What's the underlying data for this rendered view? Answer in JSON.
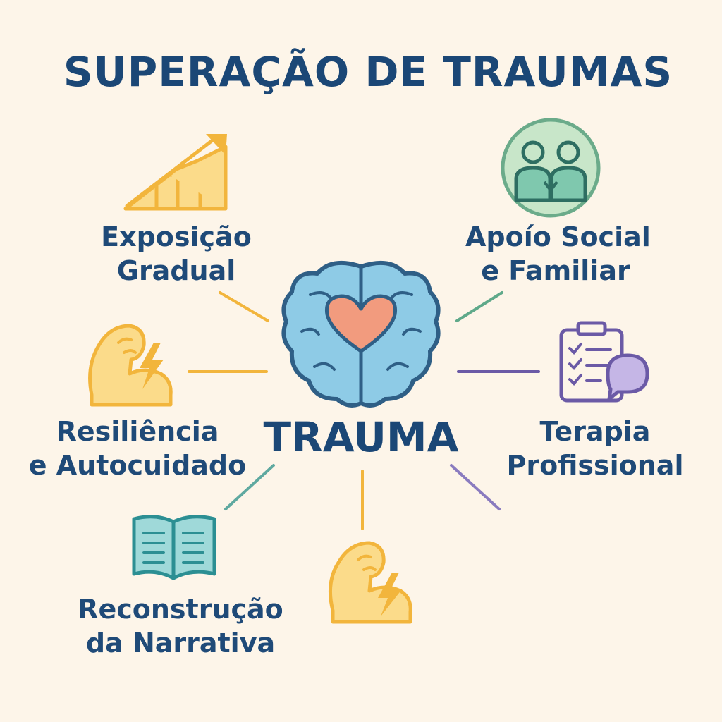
{
  "title": "SUPERAÇÃO DE TRAUMAS",
  "center": {
    "label": "TRAUMA",
    "icon": "brain-heart-icon"
  },
  "nodes": [
    {
      "id": "exposicao",
      "lines": [
        "Exposição",
        "Gradual"
      ],
      "icon": "growth-chart-icon",
      "color": "#f2b53c"
    },
    {
      "id": "apoio",
      "lines": [
        "Apoío Social",
        "e Familiar"
      ],
      "icon": "people-icon",
      "color": "#5fa98a"
    },
    {
      "id": "resiliencia",
      "lines": [
        "Resiliência",
        "e Autocuidado"
      ],
      "icon": "strong-arm-icon",
      "color": "#f2b53c"
    },
    {
      "id": "terapia",
      "lines": [
        "Terapia",
        "Profissional"
      ],
      "icon": "clipboard-chat-icon",
      "color": "#6b5aa6"
    },
    {
      "id": "narrativa",
      "lines": [
        "Reconstrução",
        "da Narrativa"
      ],
      "icon": "open-book-icon",
      "color": "#2c8f93"
    },
    {
      "id": "bottom",
      "lines": [],
      "icon": "strong-arm-icon",
      "color": "#f2b53c"
    }
  ],
  "colors": {
    "background": "#fdf5e9",
    "text": "#1b4776",
    "brain": "#8ecbe6",
    "heart": "#f29b7e",
    "orange": "#f2b53c",
    "teal": "#2c8f93",
    "green": "#5fa98a",
    "purple": "#6b5aa6"
  }
}
